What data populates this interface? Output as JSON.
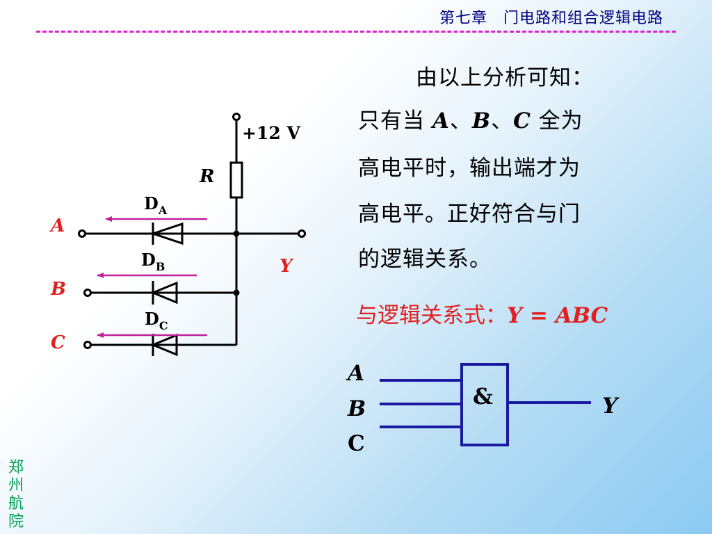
{
  "header": {
    "title": "第七章　门电路和组合逻辑电路"
  },
  "intro": "由以上分析可知：",
  "explanation": {
    "l1_prefix": "只有当 ",
    "input_a": "A",
    "sep1": "、",
    "input_b": "B",
    "sep2": "、",
    "input_c": "C",
    "l1_suffix": " 全为",
    "l2": "高电平时，输出端才为",
    "l3": "高电平。正好符合与门",
    "l4": "的逻辑关系。"
  },
  "expression": {
    "label": "与逻辑关系式：",
    "output": "Y",
    "equals": " = ",
    "terms": "ABC"
  },
  "circuit": {
    "supply": "+12 V",
    "resistor": "R",
    "diode_a": {
      "main": "D",
      "sub": "A"
    },
    "diode_b": {
      "main": "D",
      "sub": "B"
    },
    "diode_c": {
      "main": "D",
      "sub": "C"
    },
    "input_a": "A",
    "input_b": "B",
    "input_c": "C",
    "output": "Y"
  },
  "gate": {
    "symbol": "&",
    "input_a": "A",
    "input_b": "B",
    "input_c": "C",
    "output": "Y"
  },
  "watermark": [
    "郑",
    "州",
    "航",
    "院"
  ],
  "colors": {
    "accent": "#e0201e",
    "arrow": "#c0209a",
    "header": "#000080",
    "rule": "#e020d0",
    "watermark": "#00a050"
  }
}
